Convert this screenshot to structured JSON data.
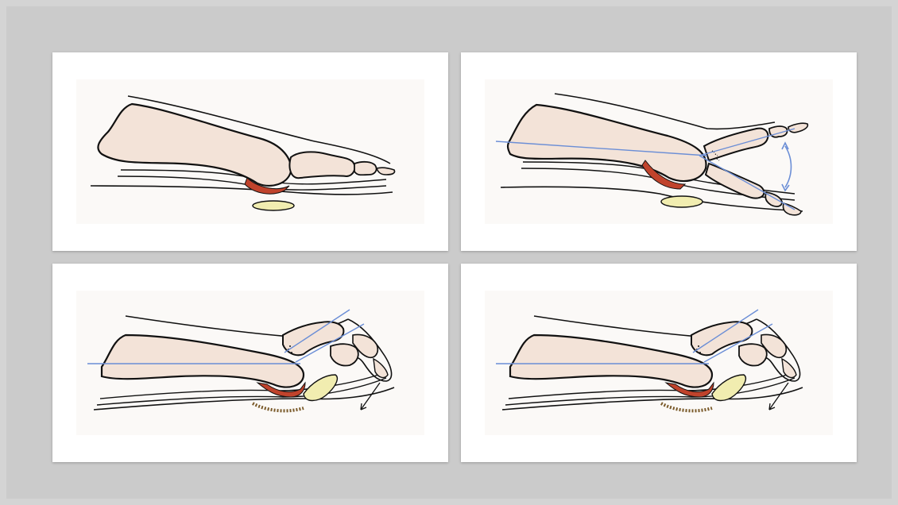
{
  "panels": [
    {
      "id": "neutral-toe",
      "state": "neutral"
    },
    {
      "id": "flexion-extension-range",
      "state": "range-of-motion"
    },
    {
      "id": "plantar-flexion-deformity",
      "state": "plantar-flexion"
    },
    {
      "id": "plantar-flexion-deformity-repeat",
      "state": "plantar-flexion"
    }
  ],
  "colors": {
    "background": "#cbcbcb",
    "card": "#ffffff",
    "bone_fill": "#f3e3d8",
    "outline": "#111111",
    "plate_red": "#c0432c",
    "sesamoid_yellow": "#f1edb0",
    "axis_blue": "#6b8ed6",
    "callus_hatch": "#7a5a2a"
  },
  "icons": [
    "curved-double-arrow-icon",
    "diagonal-arrow-icon"
  ]
}
